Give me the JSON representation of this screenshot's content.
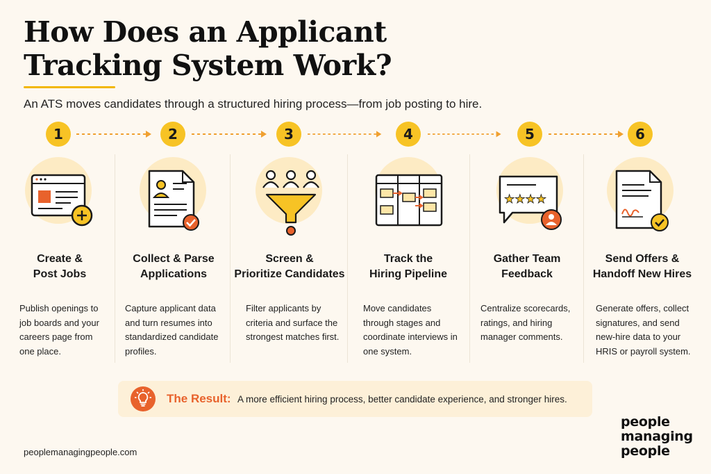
{
  "header": {
    "title_line1": "How Does an Applicant",
    "title_line2": "Tracking System Work?",
    "subtitle": "An ATS moves candidates through a structured hiring process—from job posting to hire."
  },
  "steps": [
    {
      "number": "1",
      "title_line1": "Create &",
      "title_line2": "Post Jobs",
      "description": "Publish openings to job boards and your careers page from one place.",
      "icon": "job-posting-browser-icon"
    },
    {
      "number": "2",
      "title_line1": "Collect & Parse",
      "title_line2": "Applications",
      "description": "Capture applicant data and turn resumes into standardized candidate profiles.",
      "icon": "resume-document-icon"
    },
    {
      "number": "3",
      "title_line1": "Screen &",
      "title_line2": "Prioritize Candidates",
      "description": "Filter applicants by criteria and surface the strongest matches first.",
      "icon": "candidate-funnel-icon"
    },
    {
      "number": "4",
      "title_line1": "Track the",
      "title_line2": "Hiring Pipeline",
      "description": "Move candidates through stages and coordinate interviews in one system.",
      "icon": "kanban-pipeline-icon"
    },
    {
      "number": "5",
      "title_line1": "Gather Team",
      "title_line2": "Feedback",
      "description": "Centralize scorecards, ratings, and hiring manager comments.",
      "icon": "rating-feedback-icon"
    },
    {
      "number": "6",
      "title_line1": "Send Offers &",
      "title_line2": "Handoff New Hires",
      "description": "Generate offers, collect signatures, and send new-hire data to your HRIS or payroll system.",
      "icon": "signed-offer-icon"
    }
  ],
  "result": {
    "label": "The Result:",
    "text": "A more efficient hiring process, better candidate experience, and stronger hires.",
    "icon": "lightbulb-icon"
  },
  "footer": {
    "url": "peoplemanagingpeople.com",
    "logo_line1": "people",
    "logo_line2": "managing",
    "logo_line3": "people"
  },
  "colors": {
    "background": "#fdf8f0",
    "badge": "#f7c325",
    "accent_orange": "#e8622c",
    "icon_circle": "#fdebc4",
    "arrow": "#f0a030"
  }
}
